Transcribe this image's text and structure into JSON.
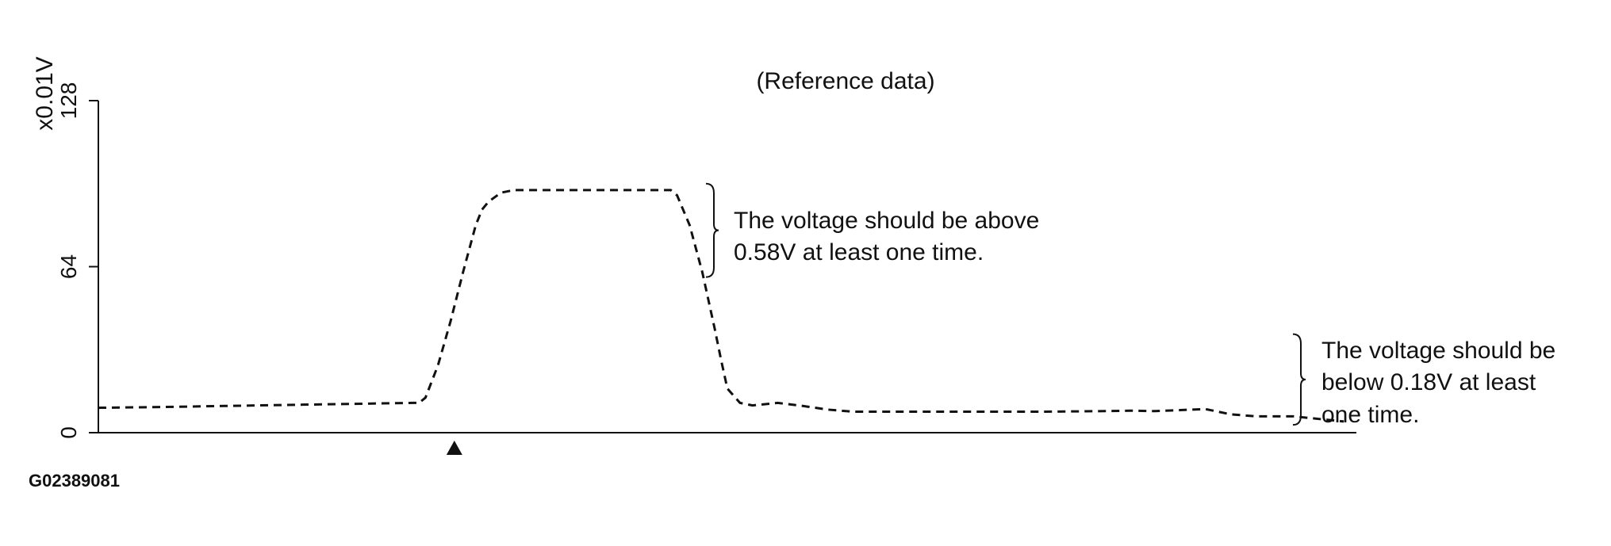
{
  "chart_data": {
    "type": "line",
    "title": "(Reference data)",
    "ylabel": "x0.01V",
    "xlabel": "",
    "ylim": [
      0,
      128
    ],
    "xlim": [
      0,
      100
    ],
    "yticks": [
      0,
      64,
      128
    ],
    "ytick_labels": [
      "0",
      "64",
      "128"
    ],
    "grid": false,
    "line_style": "dashed",
    "line_color": "#111111",
    "series": [
      {
        "x": [
          0,
          5,
          10,
          15,
          20,
          25,
          25.5,
          26,
          27,
          28,
          29,
          30,
          30.5,
          31,
          32,
          33,
          35,
          38,
          41,
          44,
          45.5,
          46,
          47,
          48,
          49,
          49.5,
          50,
          51,
          52,
          54,
          56,
          58,
          60,
          65,
          70,
          75,
          80,
          82,
          84,
          86,
          88,
          90,
          92,
          95,
          99
        ],
        "y": [
          9.6,
          9.9,
          10.3,
          10.7,
          11.1,
          11.5,
          11.5,
          13.5,
          26,
          43,
          62,
          80,
          86,
          89,
          92.5,
          93.5,
          93.5,
          93.5,
          93.5,
          93.5,
          93.5,
          91.5,
          80,
          62,
          40,
          28,
          17,
          11.5,
          10.5,
          11.5,
          10.3,
          8.9,
          8.1,
          8.1,
          8.1,
          8.1,
          8.3,
          8.5,
          8.3,
          8.7,
          9.1,
          7.1,
          6.3,
          6.3,
          4.3
        ]
      }
    ],
    "marker": {
      "x": 28.3,
      "symbol": "triangle-up"
    },
    "annotations": [
      {
        "lines": [
          "The voltage should be above",
          "0.58V at least one time."
        ],
        "range": [
          60,
          96
        ]
      },
      {
        "lines": [
          "The voltage should be",
          "below 0.18V at least",
          "one time."
        ],
        "range": [
          3,
          38
        ]
      }
    ]
  },
  "figure_code": "G02389081"
}
